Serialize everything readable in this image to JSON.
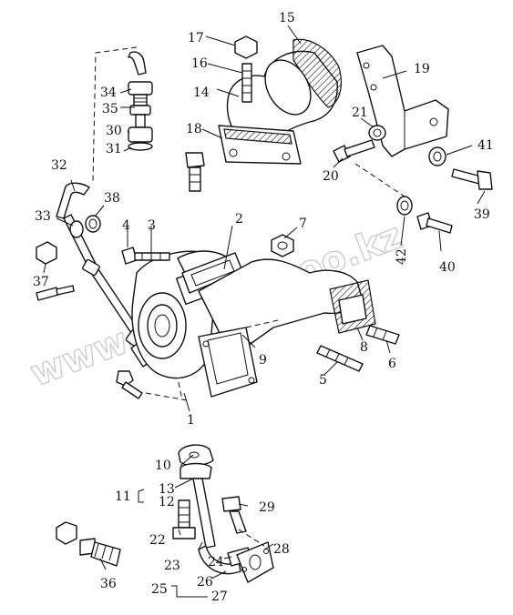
{
  "watermark": "www.sinhrontoo.kz",
  "callouts": {
    "c1": "1",
    "c2": "2",
    "c3": "3",
    "c4": "4",
    "c5": "5",
    "c6": "6",
    "c7": "7",
    "c8": "8",
    "c9": "9",
    "c10": "10",
    "c11": "11",
    "c12": "12",
    "c13": "13",
    "c14": "14",
    "c15": "15",
    "c16": "16",
    "c17": "17",
    "c18": "18",
    "c19": "19",
    "c20": "20",
    "c21": "21",
    "c22": "22",
    "c23": "23",
    "c24": "24",
    "c25": "25",
    "c26": "26",
    "c27": "27",
    "c28": "28",
    "c29": "29",
    "c30": "30",
    "c31": "31",
    "c32": "32",
    "c33": "33",
    "c34": "34",
    "c35": "35",
    "c36": "36",
    "c37": "37",
    "c38": "38",
    "c39": "39",
    "c40": "40",
    "c41": "41",
    "c42": "42"
  }
}
